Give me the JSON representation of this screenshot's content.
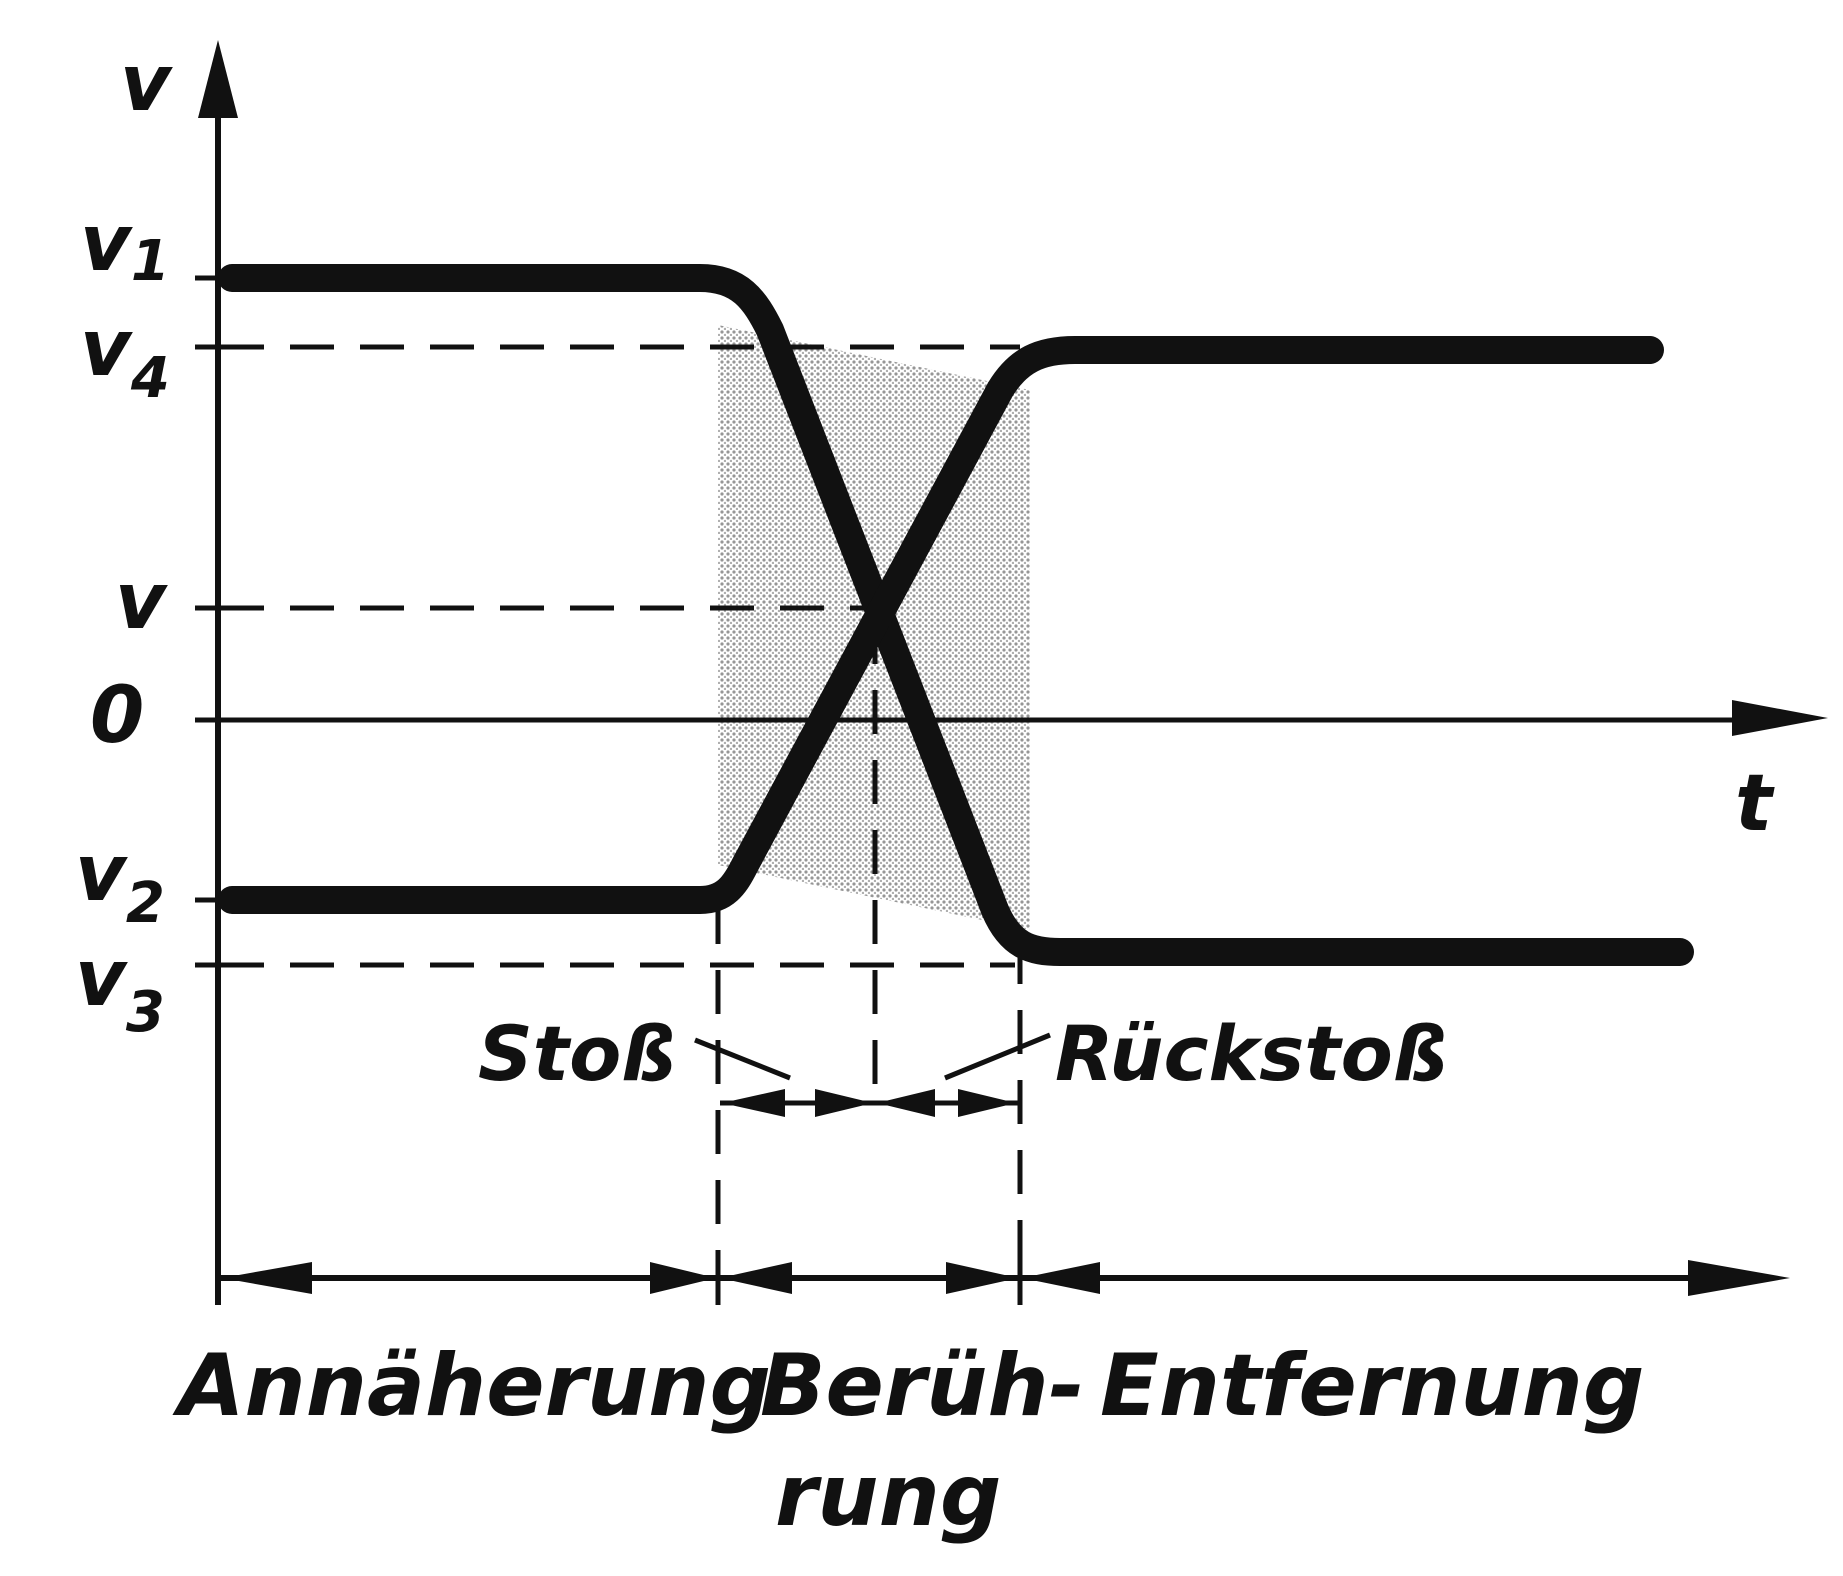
{
  "diagram": {
    "y_axis_label": "v",
    "x_axis_label": "t",
    "levels": {
      "v1": {
        "base": "v",
        "sub": "1"
      },
      "v4": {
        "base": "v",
        "sub": "4"
      },
      "v": {
        "base": "v",
        "sub": ""
      },
      "zero": {
        "base": "0",
        "sub": ""
      },
      "v2": {
        "base": "v",
        "sub": "2"
      },
      "v3": {
        "base": "v",
        "sub": "3"
      }
    },
    "events": {
      "impact": "Stoß",
      "rebound": "Rückstoß"
    },
    "phases": {
      "approach": "Annäherung",
      "contact_line1": "Berüh-",
      "contact_line2": "rung",
      "separation": "Entfernung"
    },
    "colors": {
      "ink": "#111111",
      "shading": "#bdbdbd",
      "background": "#ffffff"
    }
  }
}
